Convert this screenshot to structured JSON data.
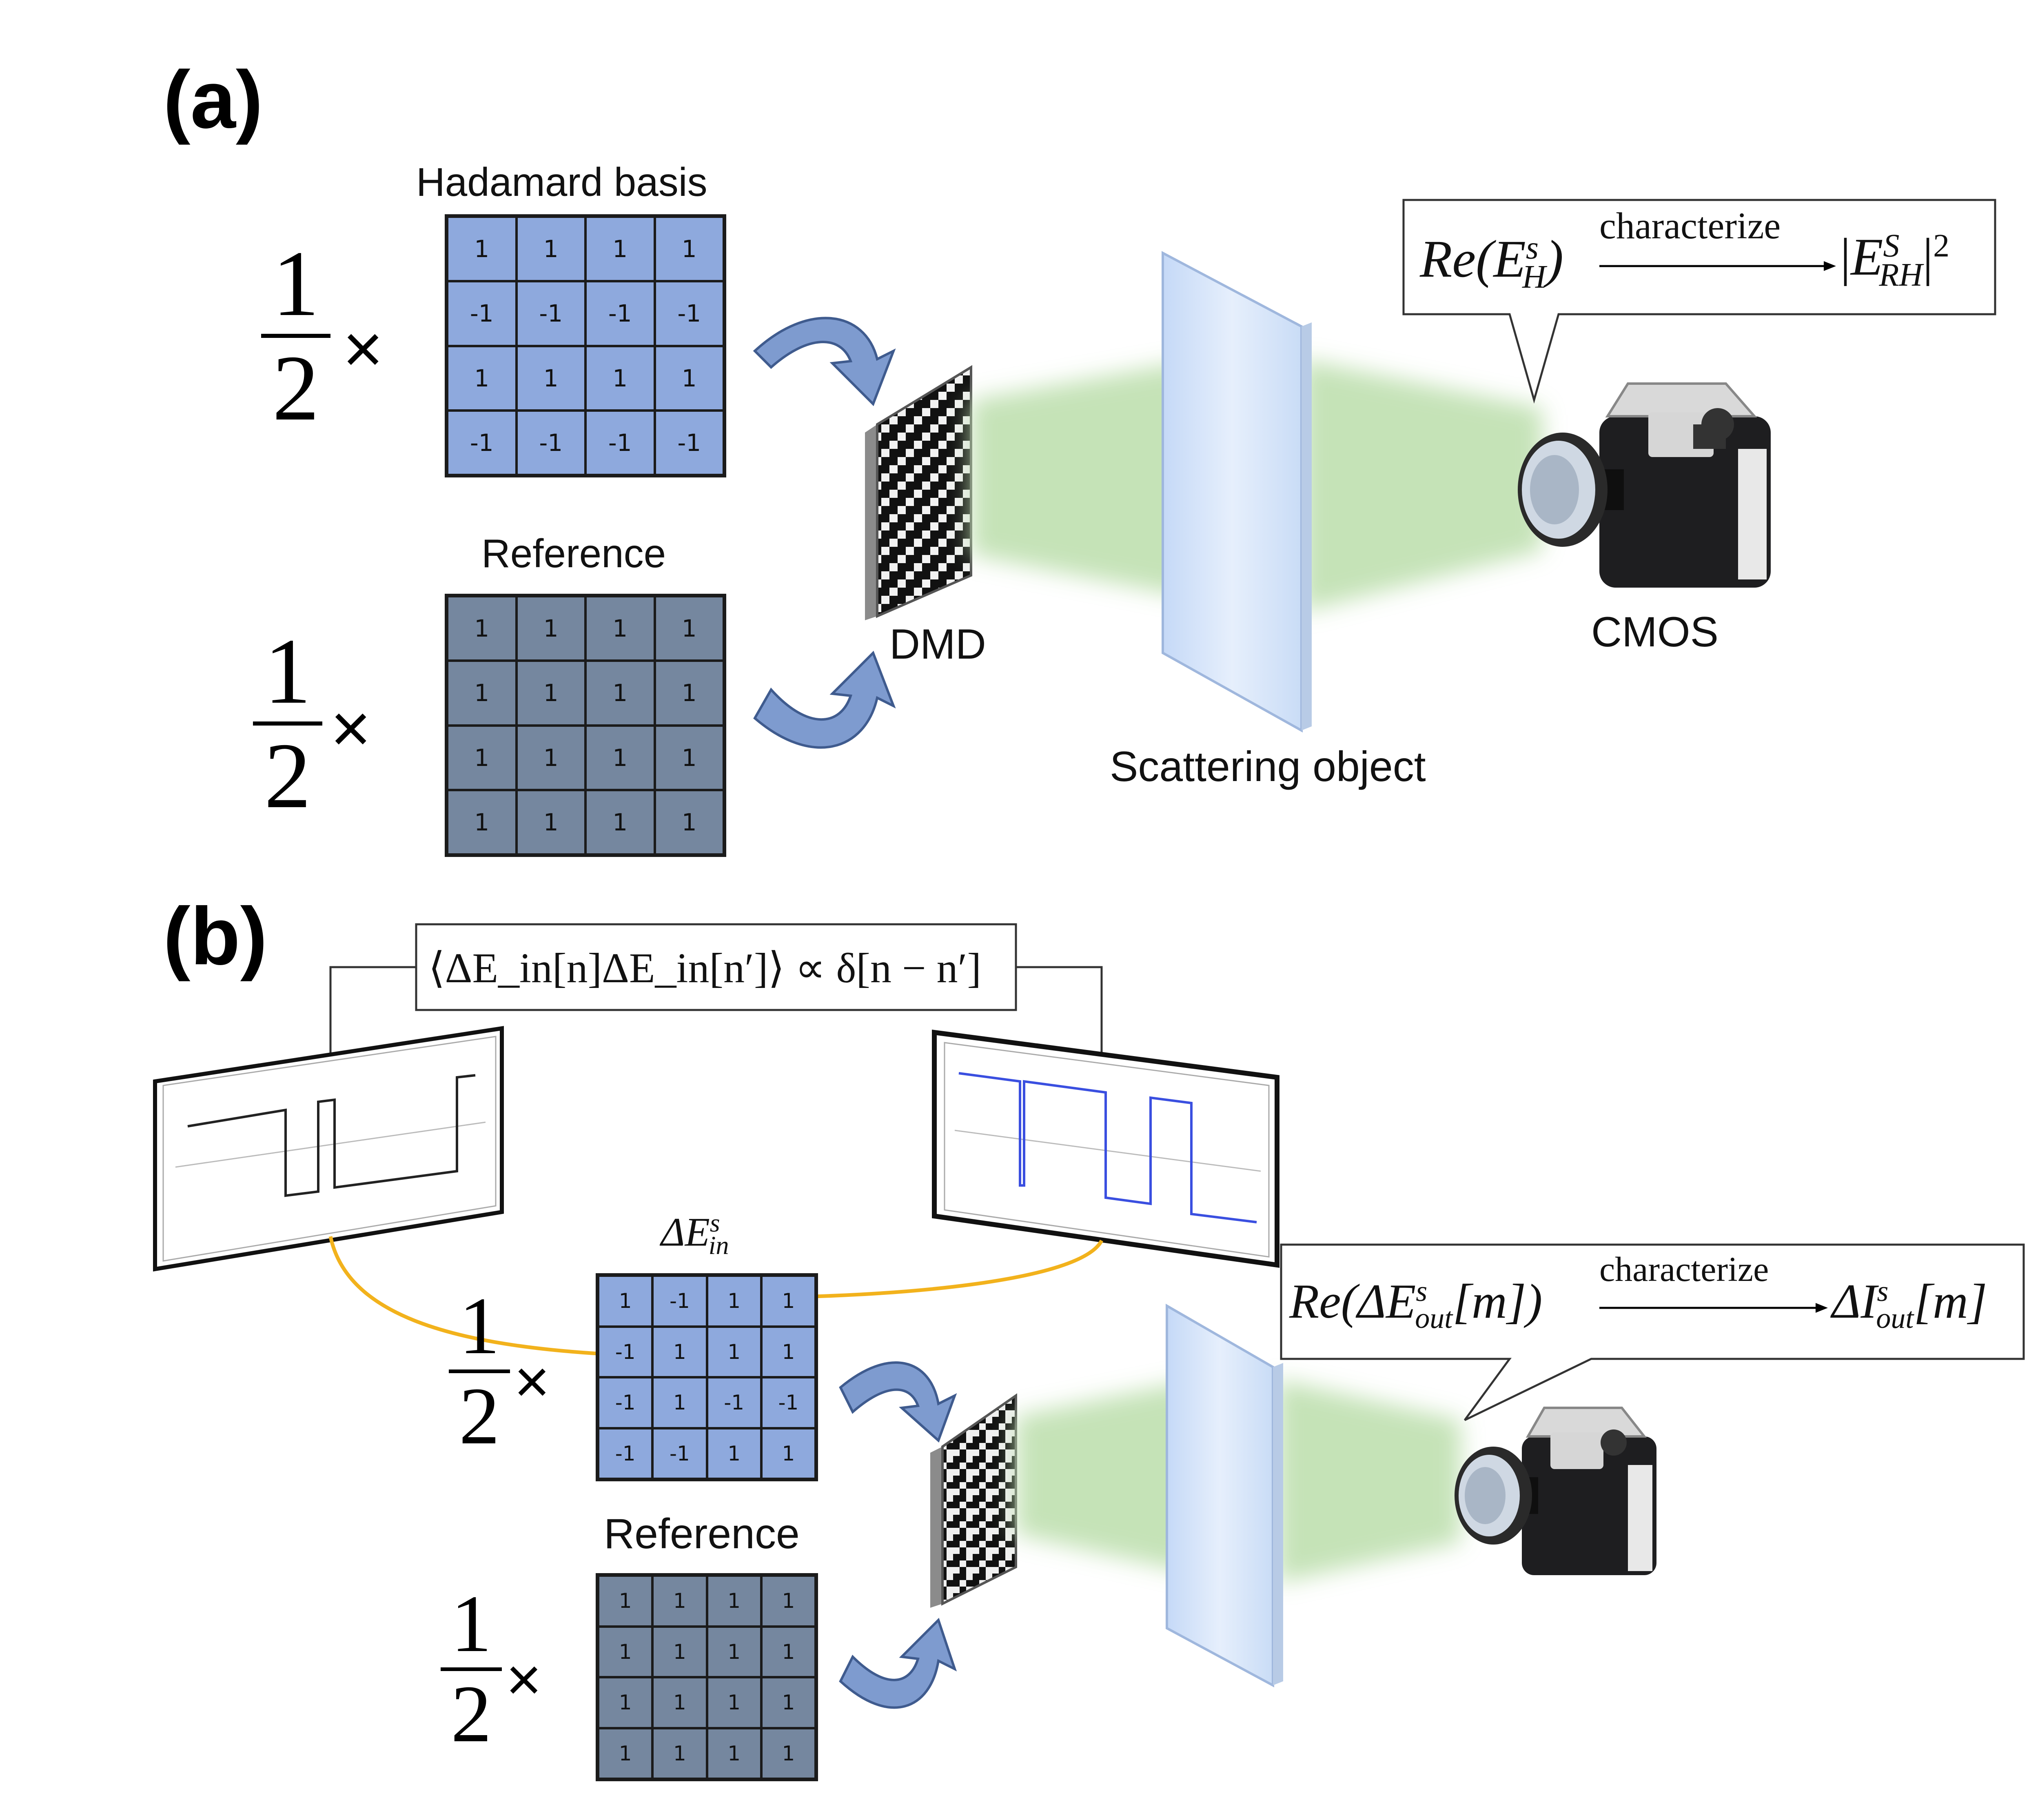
{
  "panel_a": {
    "label": "(a)",
    "hadamard_title": "Hadamard basis",
    "factor": {
      "numerator": "1",
      "denominator": "2",
      "times": "×"
    },
    "hadamard_matrix": [
      [
        "1",
        "1",
        "1",
        "1"
      ],
      [
        "-1",
        "-1",
        "-1",
        "-1"
      ],
      [
        "1",
        "1",
        "1",
        "1"
      ],
      [
        "-1",
        "-1",
        "-1",
        "-1"
      ]
    ],
    "reference_title": "Reference",
    "reference_matrix": [
      [
        "1",
        "1",
        "1",
        "1"
      ],
      [
        "1",
        "1",
        "1",
        "1"
      ],
      [
        "1",
        "1",
        "1",
        "1"
      ],
      [
        "1",
        "1",
        "1",
        "1"
      ]
    ],
    "dmd_label": "DMD",
    "scatter_label": "Scattering object",
    "camera_label": "CMOS",
    "callout": {
      "lhs": "Re(E",
      "lhs_sup": "s",
      "lhs_sub": "H",
      "lhs_close": ")",
      "arrow_label": "characterize",
      "rhs": "E",
      "rhs_sup": "S",
      "rhs_sub": "RH",
      "power": "2"
    }
  },
  "panel_b": {
    "label": "(b)",
    "correlation_formula": "⟨ΔE_in[n]ΔE_in[n′]⟩ ∝ δ[n − n′]",
    "delta_title": {
      "base": "ΔE",
      "sup": "s",
      "sub": "in"
    },
    "factor": {
      "numerator": "1",
      "denominator": "2",
      "times": "×"
    },
    "delta_matrix": [
      [
        "1",
        "-1",
        "1",
        "1"
      ],
      [
        "-1",
        "1",
        "1",
        "1"
      ],
      [
        "-1",
        "1",
        "-1",
        "-1"
      ],
      [
        "-1",
        "-1",
        "1",
        "1"
      ]
    ],
    "reference_title": "Reference",
    "reference_matrix": [
      [
        "1",
        "1",
        "1",
        "1"
      ],
      [
        "1",
        "1",
        "1",
        "1"
      ],
      [
        "1",
        "1",
        "1",
        "1"
      ],
      [
        "1",
        "1",
        "1",
        "1"
      ]
    ],
    "callout": {
      "lhs": "Re(ΔE",
      "lhs_sup": "s",
      "lhs_sub": "out",
      "lhs_close": "[m])",
      "arrow_label": "characterize",
      "rhs": "ΔI",
      "rhs_sup": "s",
      "rhs_sub": "out",
      "rhs_close": "[m]"
    }
  },
  "colors": {
    "hadamard_blue": "#8ea9dd",
    "reference_gray": "#75879f",
    "arrow_blue": "#7e9bcf",
    "beam_green": "#bfe0b0",
    "glass_blue": "#d6e6fb",
    "link_orange": "#f2b21c",
    "trace_blue": "#3a4fe0",
    "trace_black": "#222222"
  }
}
